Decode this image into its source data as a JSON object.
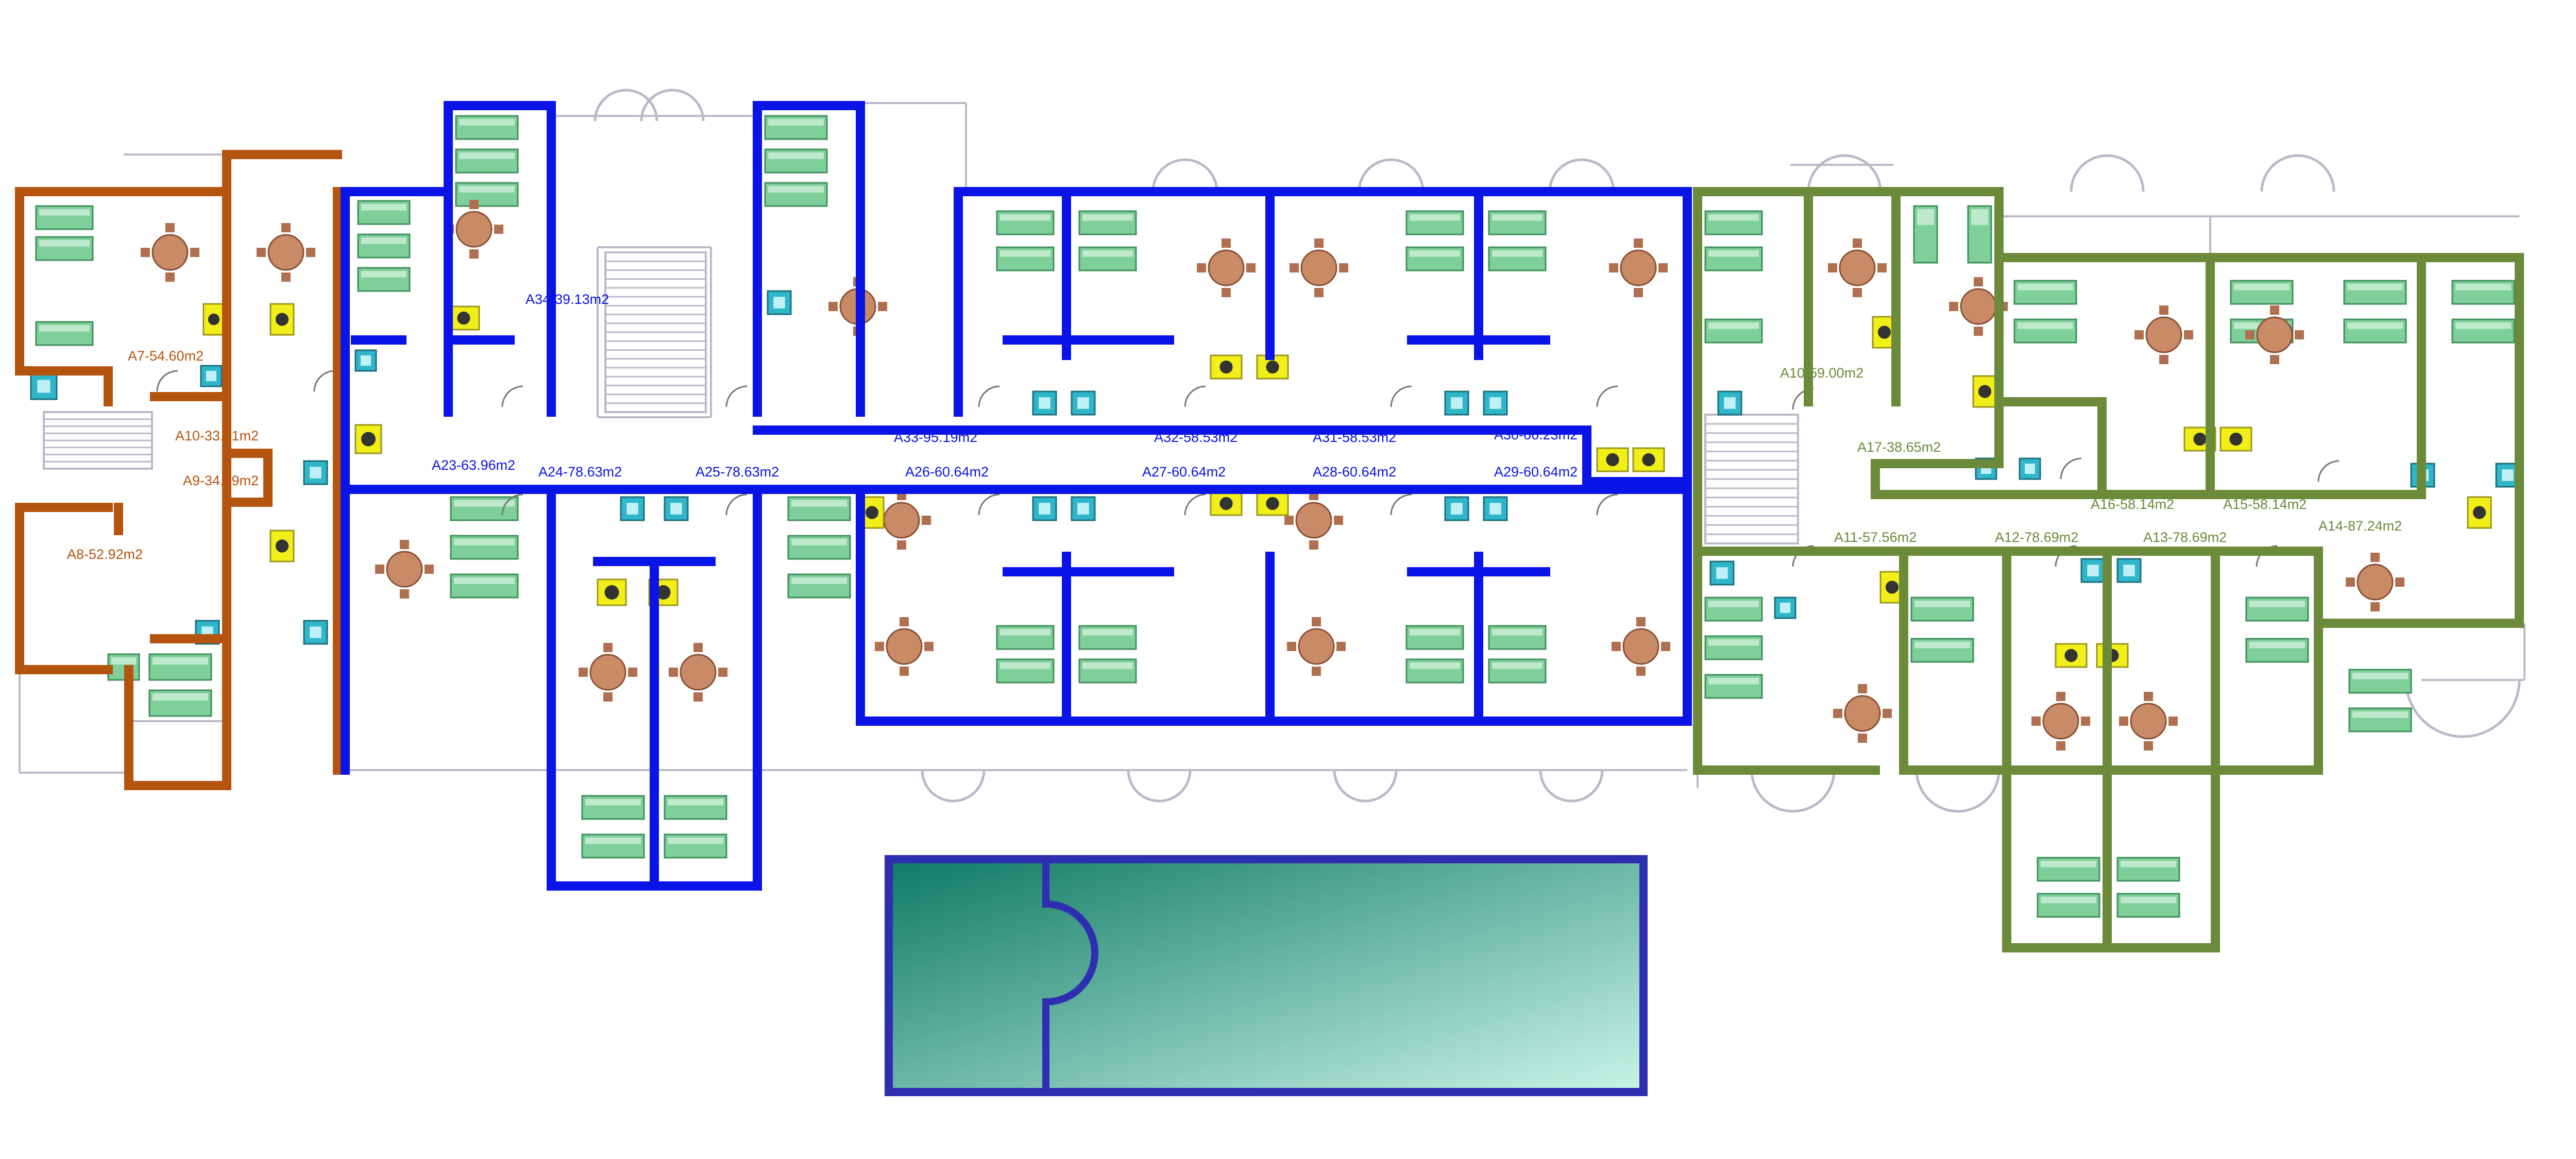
{
  "colors": {
    "west": "#b5540f",
    "center": "#0a14e6",
    "east": "#6b8a3a",
    "thin_line": "#b9b9c9",
    "bed_green": "#7fcf9a",
    "table_brown": "#c98a66",
    "kitchen_yellow": "#f2ee1a",
    "bath_cyan": "#2fb6c9",
    "pool_dark": "#0f7a64",
    "pool_light": "#c9f5e8",
    "pool_border": "#2e2eb0"
  },
  "west_wing": {
    "labels": [
      "A7-54.60m2",
      "A10-33.31m2",
      "A9-34.69m2",
      "A8-52.92m2"
    ]
  },
  "center_wing": {
    "labels": [
      "A34-39.13m2",
      "A33-95.19m2",
      "A32-58.53m2",
      "A31-58.53m2",
      "A30-66.23m2",
      "A23-63.96m2",
      "A24-78.63m2",
      "A25-78.63m2",
      "A26-60.64m2",
      "A27-60.64m2",
      "A28-60.64m2",
      "A29-60.64m2"
    ]
  },
  "east_wing": {
    "labels": [
      "A10-59.00m2",
      "A17-38.65m2",
      "A16-58.14m2",
      "A15-58.14m2",
      "A14-87.24m2",
      "A11-57.56m2",
      "A12-78.69m2",
      "A13-78.69m2"
    ]
  },
  "icons": {
    "bed": "bed-icon",
    "table": "dining-table-icon",
    "kitchen": "kitchen-counter-icon",
    "bath": "bathroom-fixture-icon",
    "stairs": "staircase-icon",
    "pool": "swimming-pool-icon"
  }
}
